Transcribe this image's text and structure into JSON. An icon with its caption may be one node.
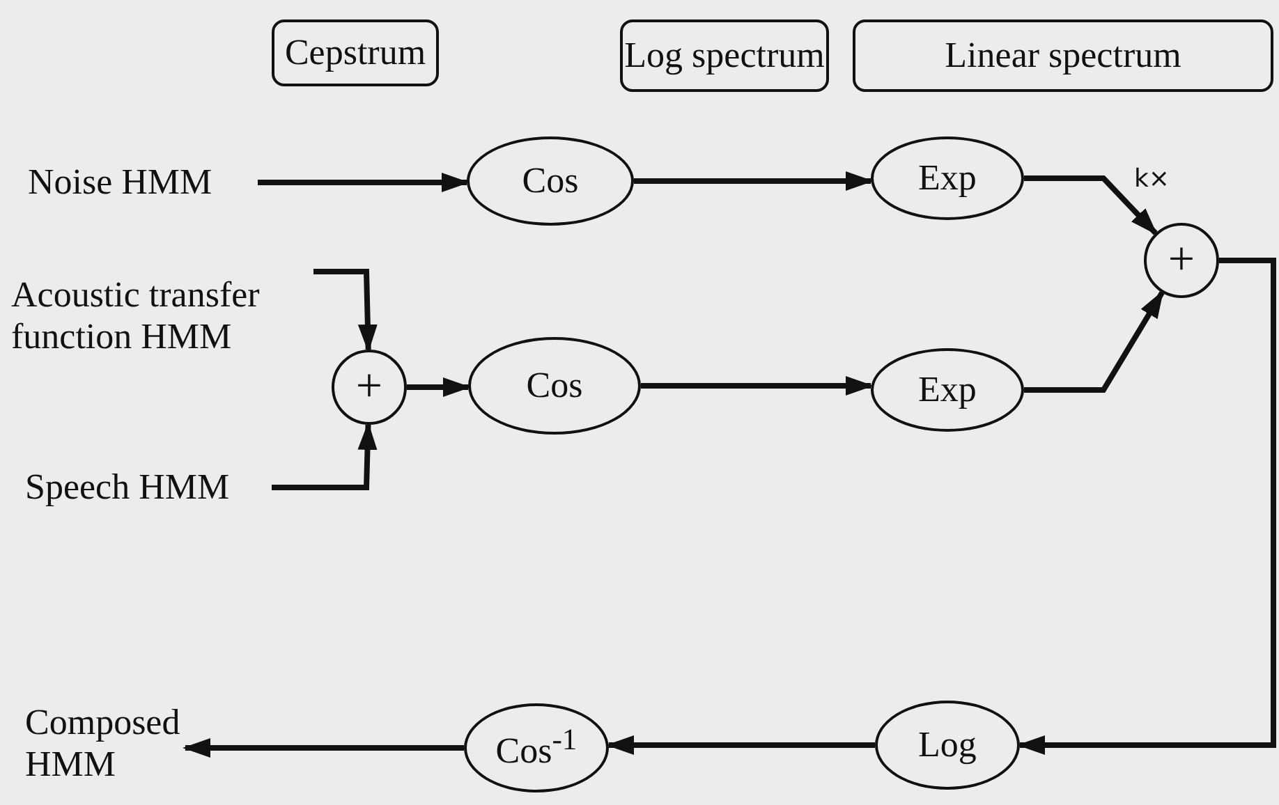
{
  "diagram": {
    "nodes": [
      {
        "text": [
          "Cepstrum"
        ]
      },
      {
        "text": [
          "Log spectrum"
        ]
      },
      {
        "text": [
          "Linear spectrum"
        ]
      },
      {
        "text": [
          "Noise HMM"
        ]
      },
      {
        "text": [
          "Cos"
        ]
      },
      {
        "text": [
          "Exp"
        ]
      },
      {
        "text": [
          "+"
        ]
      },
      {
        "text": [
          "Acoustic transfer function HMM"
        ]
      },
      {
        "text": [
          "+"
        ]
      },
      {
        "text": [
          "Speech HMM"
        ]
      },
      {
        "text": [
          "Cos"
        ]
      },
      {
        "text": [
          "Exp"
        ]
      },
      {
        "text": [
          "Composed HMM"
        ]
      },
      {
        "text": [
          "Cos$^{-1}$"
        ]
      },
      {
        "text": [
          "Log"
        ]
      }
    ],
    "edges": [
      {
        "from": 3,
        "to": 4,
        "arrow": "to"
      },
      {
        "from": 4,
        "to": 5,
        "arrow": "to"
      },
      {
        "from": 5,
        "to": 6,
        "arrow": "to",
        "label": "k×"
      },
      {
        "from": 7,
        "to": 8,
        "arrow": "to"
      },
      {
        "from": 9,
        "to": 8,
        "arrow": "to"
      },
      {
        "from": 8,
        "to": 10,
        "arrow": "to"
      },
      {
        "from": 10,
        "to": 11,
        "arrow": "to"
      },
      {
        "from": 11,
        "to": 6,
        "arrow": "to"
      },
      {
        "from": 6,
        "to": 14,
        "arrow": "to"
      },
      {
        "from": 14,
        "to": 13,
        "arrow": "to"
      },
      {
        "from": 13,
        "to": 12,
        "arrow": "to"
      }
    ]
  }
}
